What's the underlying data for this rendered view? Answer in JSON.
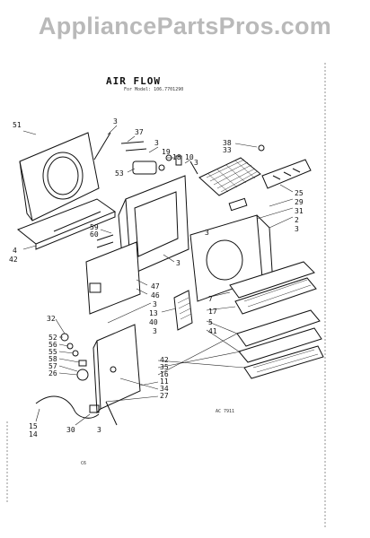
{
  "header": {
    "watermark": "AppliancePartsPros.com",
    "title": "AIR FLOW",
    "subtitle": "For Model: 106.7701290"
  },
  "footer": {
    "code_left": "C6",
    "code_right": "AC 7911"
  },
  "labels": [
    "51",
    "3",
    "37",
    "3",
    "19",
    "18",
    "10",
    "3",
    "53",
    "38",
    "33",
    "25",
    "29",
    "31",
    "2",
    "3",
    "59",
    "60",
    "4",
    "42",
    "3",
    "3",
    "47",
    "46",
    "3",
    "13",
    "40",
    "3",
    "7",
    "17",
    "5",
    "41",
    "32",
    "52",
    "56",
    "55",
    "58",
    "57",
    "26",
    "42",
    "35",
    "16",
    "11",
    "34",
    "27",
    "15",
    "14",
    "30",
    "3"
  ]
}
